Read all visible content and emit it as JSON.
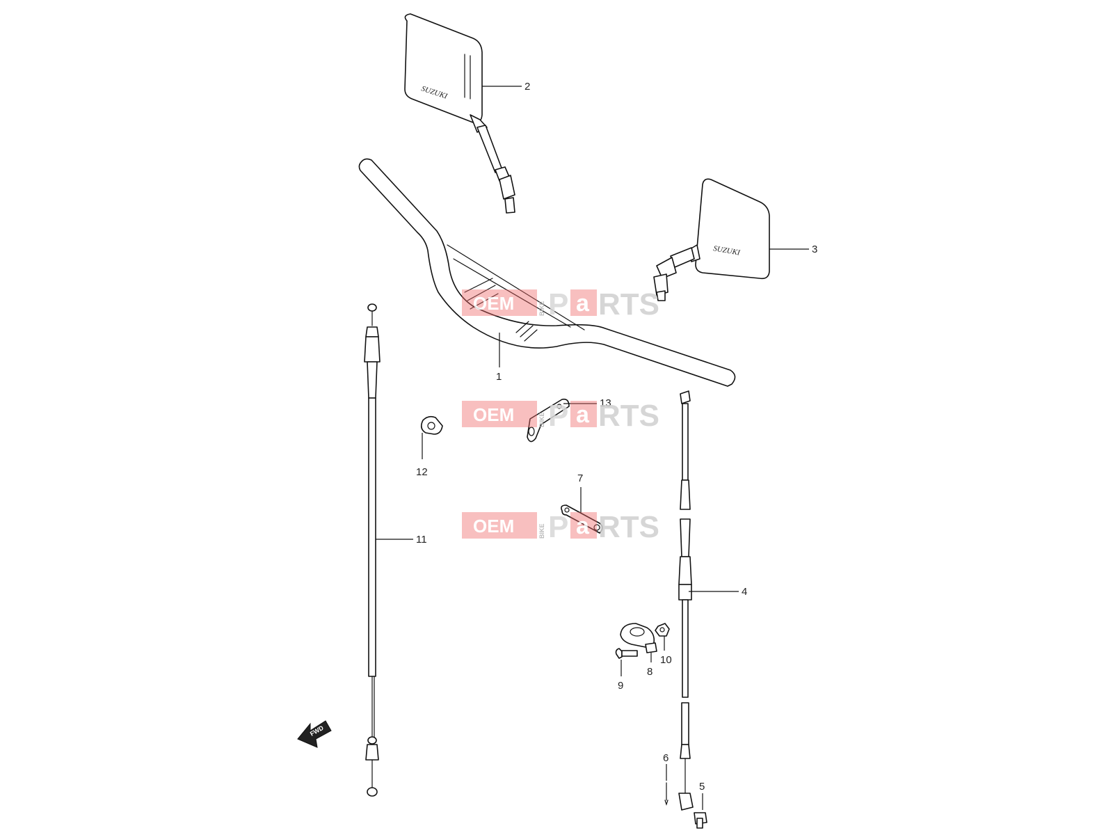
{
  "callouts": {
    "c1": "1",
    "c2": "2",
    "c3": "3",
    "c4": "4",
    "c5": "5",
    "c6": "6",
    "c7": "7",
    "c8": "8",
    "c9": "9",
    "c10": "10",
    "c11": "11",
    "c12": "12",
    "c13": "13"
  },
  "watermark": {
    "oem": "OEM",
    "bike": "BIKE",
    "p": "P",
    "a": "a",
    "rts": "RTS"
  },
  "mirror_logo": "SUZUKI",
  "fwd_label": "FWD",
  "colors": {
    "watermark_red": "#f06a6a",
    "line": "#111111"
  }
}
